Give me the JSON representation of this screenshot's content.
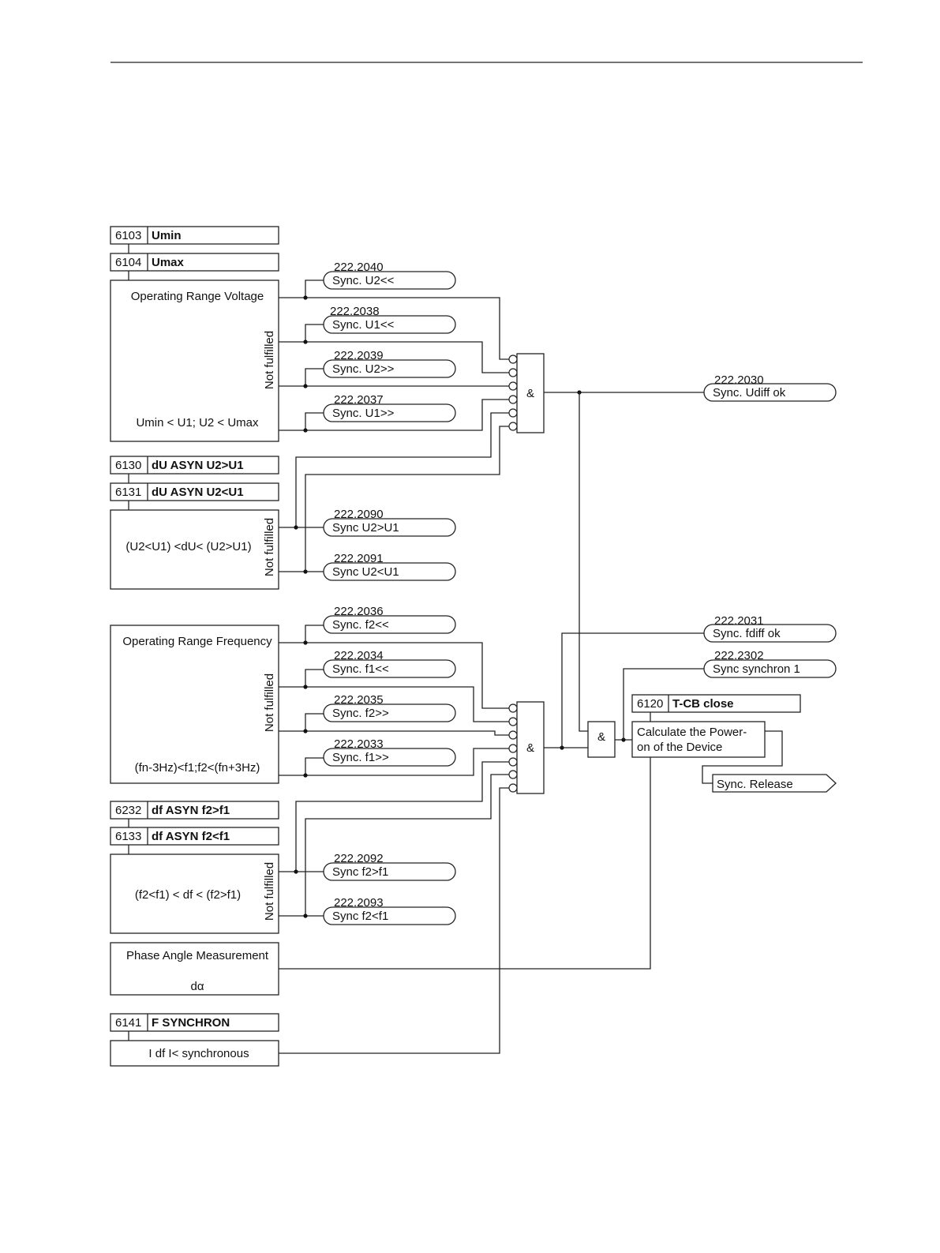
{
  "params": {
    "umin": {
      "num": "6103",
      "name": "Umin"
    },
    "umax": {
      "num": "6104",
      "name": "Umax"
    },
    "du_asyn_gt": {
      "num": "6130",
      "name": "dU ASYN U2>U1"
    },
    "du_asyn_lt": {
      "num": "6131",
      "name": "dU ASYN U2<U1"
    },
    "df_asyn_gt": {
      "num": "6232",
      "name": "df ASYN f2>f1"
    },
    "df_asyn_lt": {
      "num": "6133",
      "name": "df ASYN f2<f1"
    },
    "f_synchron": {
      "num": "6141",
      "name": "F SYNCHRON"
    },
    "tcb_close": {
      "num": "6120",
      "name": "T-CB close"
    }
  },
  "blocks": {
    "voltage_title": "Operating Range Voltage",
    "voltage_cond": "Umin < U1; U2 < Umax",
    "du_cond": "(U2<U1) <dU< (U2>U1)",
    "freq_title": "Operating Range Frequency",
    "freq_cond": "(fn-3Hz)<f1;f2<(fn+3Hz)",
    "df_cond": "(f2<f1) < df < (f2>f1)",
    "phase_title": "Phase Angle Measurement",
    "phase_symbol": "dα",
    "sync_cond": "I df I< synchronous",
    "calc_line1": "Calculate the Power-",
    "calc_line2": "on of the Device",
    "not_fulfilled": "Not fulfilled"
  },
  "gates": {
    "and_symbol": "&"
  },
  "messages": [
    {
      "id": "m2040",
      "num": "222.2040",
      "label": "Sync. U2<<"
    },
    {
      "id": "m2038",
      "num": "222.2038",
      "label": "Sync. U1<<"
    },
    {
      "id": "m2039",
      "num": "222.2039",
      "label": "Sync. U2>>"
    },
    {
      "id": "m2037",
      "num": "222.2037",
      "label": "Sync. U1>>"
    },
    {
      "id": "m2090",
      "num": "222.2090",
      "label": "Sync U2>U1"
    },
    {
      "id": "m2091",
      "num": "222.2091",
      "label": "Sync U2<U1"
    },
    {
      "id": "m2036",
      "num": "222.2036",
      "label": "Sync. f2<<"
    },
    {
      "id": "m2034",
      "num": "222.2034",
      "label": "Sync. f1<<"
    },
    {
      "id": "m2035",
      "num": "222.2035",
      "label": "Sync. f2>>"
    },
    {
      "id": "m2033",
      "num": "222.2033",
      "label": "Sync. f1>>"
    },
    {
      "id": "m2092",
      "num": "222.2092",
      "label": "Sync f2>f1"
    },
    {
      "id": "m2093",
      "num": "222.2093",
      "label": "Sync f2<f1"
    },
    {
      "id": "m2030",
      "num": "222.2030",
      "label": "Sync. Udiff ok"
    },
    {
      "id": "m2031",
      "num": "222.2031",
      "label": "Sync. fdiff ok"
    },
    {
      "id": "m2302",
      "num": "222.2302",
      "label": "Sync synchron 1"
    }
  ],
  "release": {
    "label": "Sync. Release"
  }
}
